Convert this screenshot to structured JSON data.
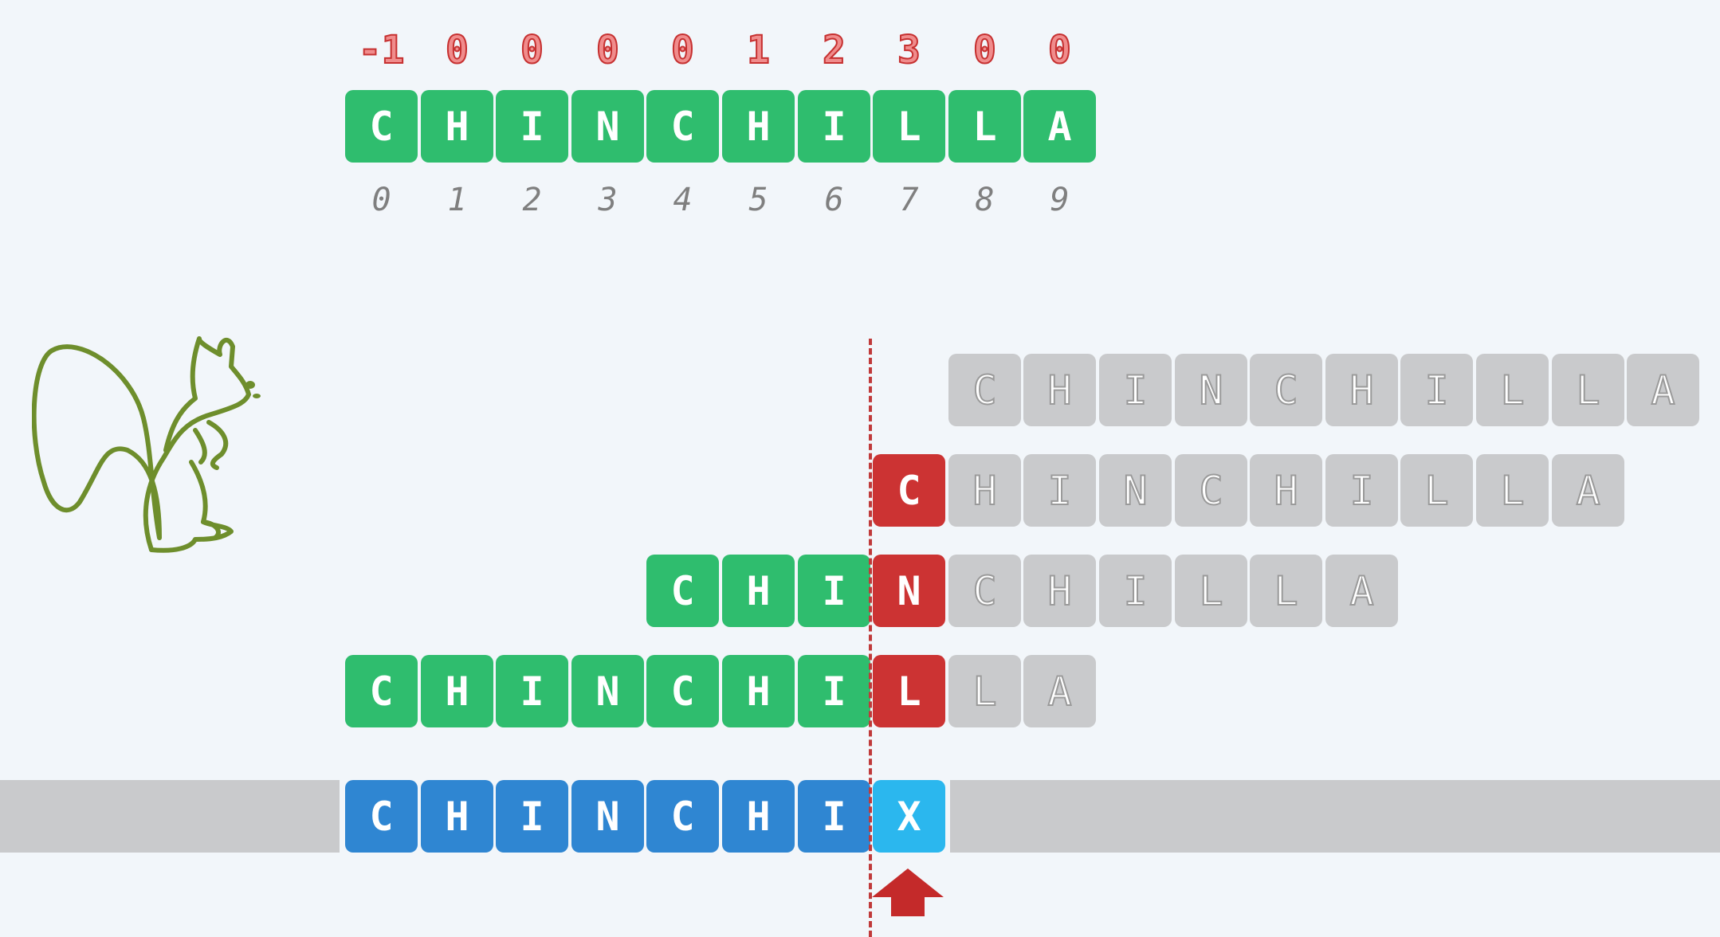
{
  "pattern": {
    "letters": [
      "C",
      "H",
      "I",
      "N",
      "C",
      "H",
      "I",
      "L",
      "L",
      "A"
    ],
    "failure_values": [
      "-1",
      "0",
      "0",
      "0",
      "0",
      "1",
      "2",
      "3",
      "0",
      "0"
    ],
    "indices": [
      "0",
      "1",
      "2",
      "3",
      "4",
      "5",
      "6",
      "7",
      "8",
      "9"
    ]
  },
  "attempts": [
    {
      "offset": 8,
      "matched": [],
      "mismatch": "",
      "remaining": [
        "C",
        "H",
        "I",
        "N",
        "C",
        "H",
        "I",
        "L",
        "L",
        "A"
      ]
    },
    {
      "offset": 7,
      "matched": [],
      "mismatch": "C",
      "remaining": [
        "H",
        "I",
        "N",
        "C",
        "H",
        "I",
        "L",
        "L",
        "A"
      ]
    },
    {
      "offset": 4,
      "matched": [
        "C",
        "H",
        "I"
      ],
      "mismatch": "N",
      "remaining": [
        "C",
        "H",
        "I",
        "L",
        "L",
        "A"
      ]
    },
    {
      "offset": 0,
      "matched": [
        "C",
        "H",
        "I",
        "N",
        "C",
        "H",
        "I"
      ],
      "mismatch": "L",
      "remaining": [
        "L",
        "A"
      ]
    }
  ],
  "text": {
    "matched": [
      "C",
      "H",
      "I",
      "N",
      "C",
      "H",
      "I"
    ],
    "current": "X"
  },
  "colors": {
    "background": "#f2f6fa",
    "match": "#2fbd6e",
    "mismatch": "#cc3333",
    "pending": "#c9cacc",
    "text_matched": "#2f86d2",
    "text_current": "#2bb7ee",
    "marker": "#c03a3a",
    "squirrel": "#6e8e2c"
  },
  "icons": {
    "mascot": "squirrel-icon",
    "pointer": "up-arrow-icon"
  }
}
